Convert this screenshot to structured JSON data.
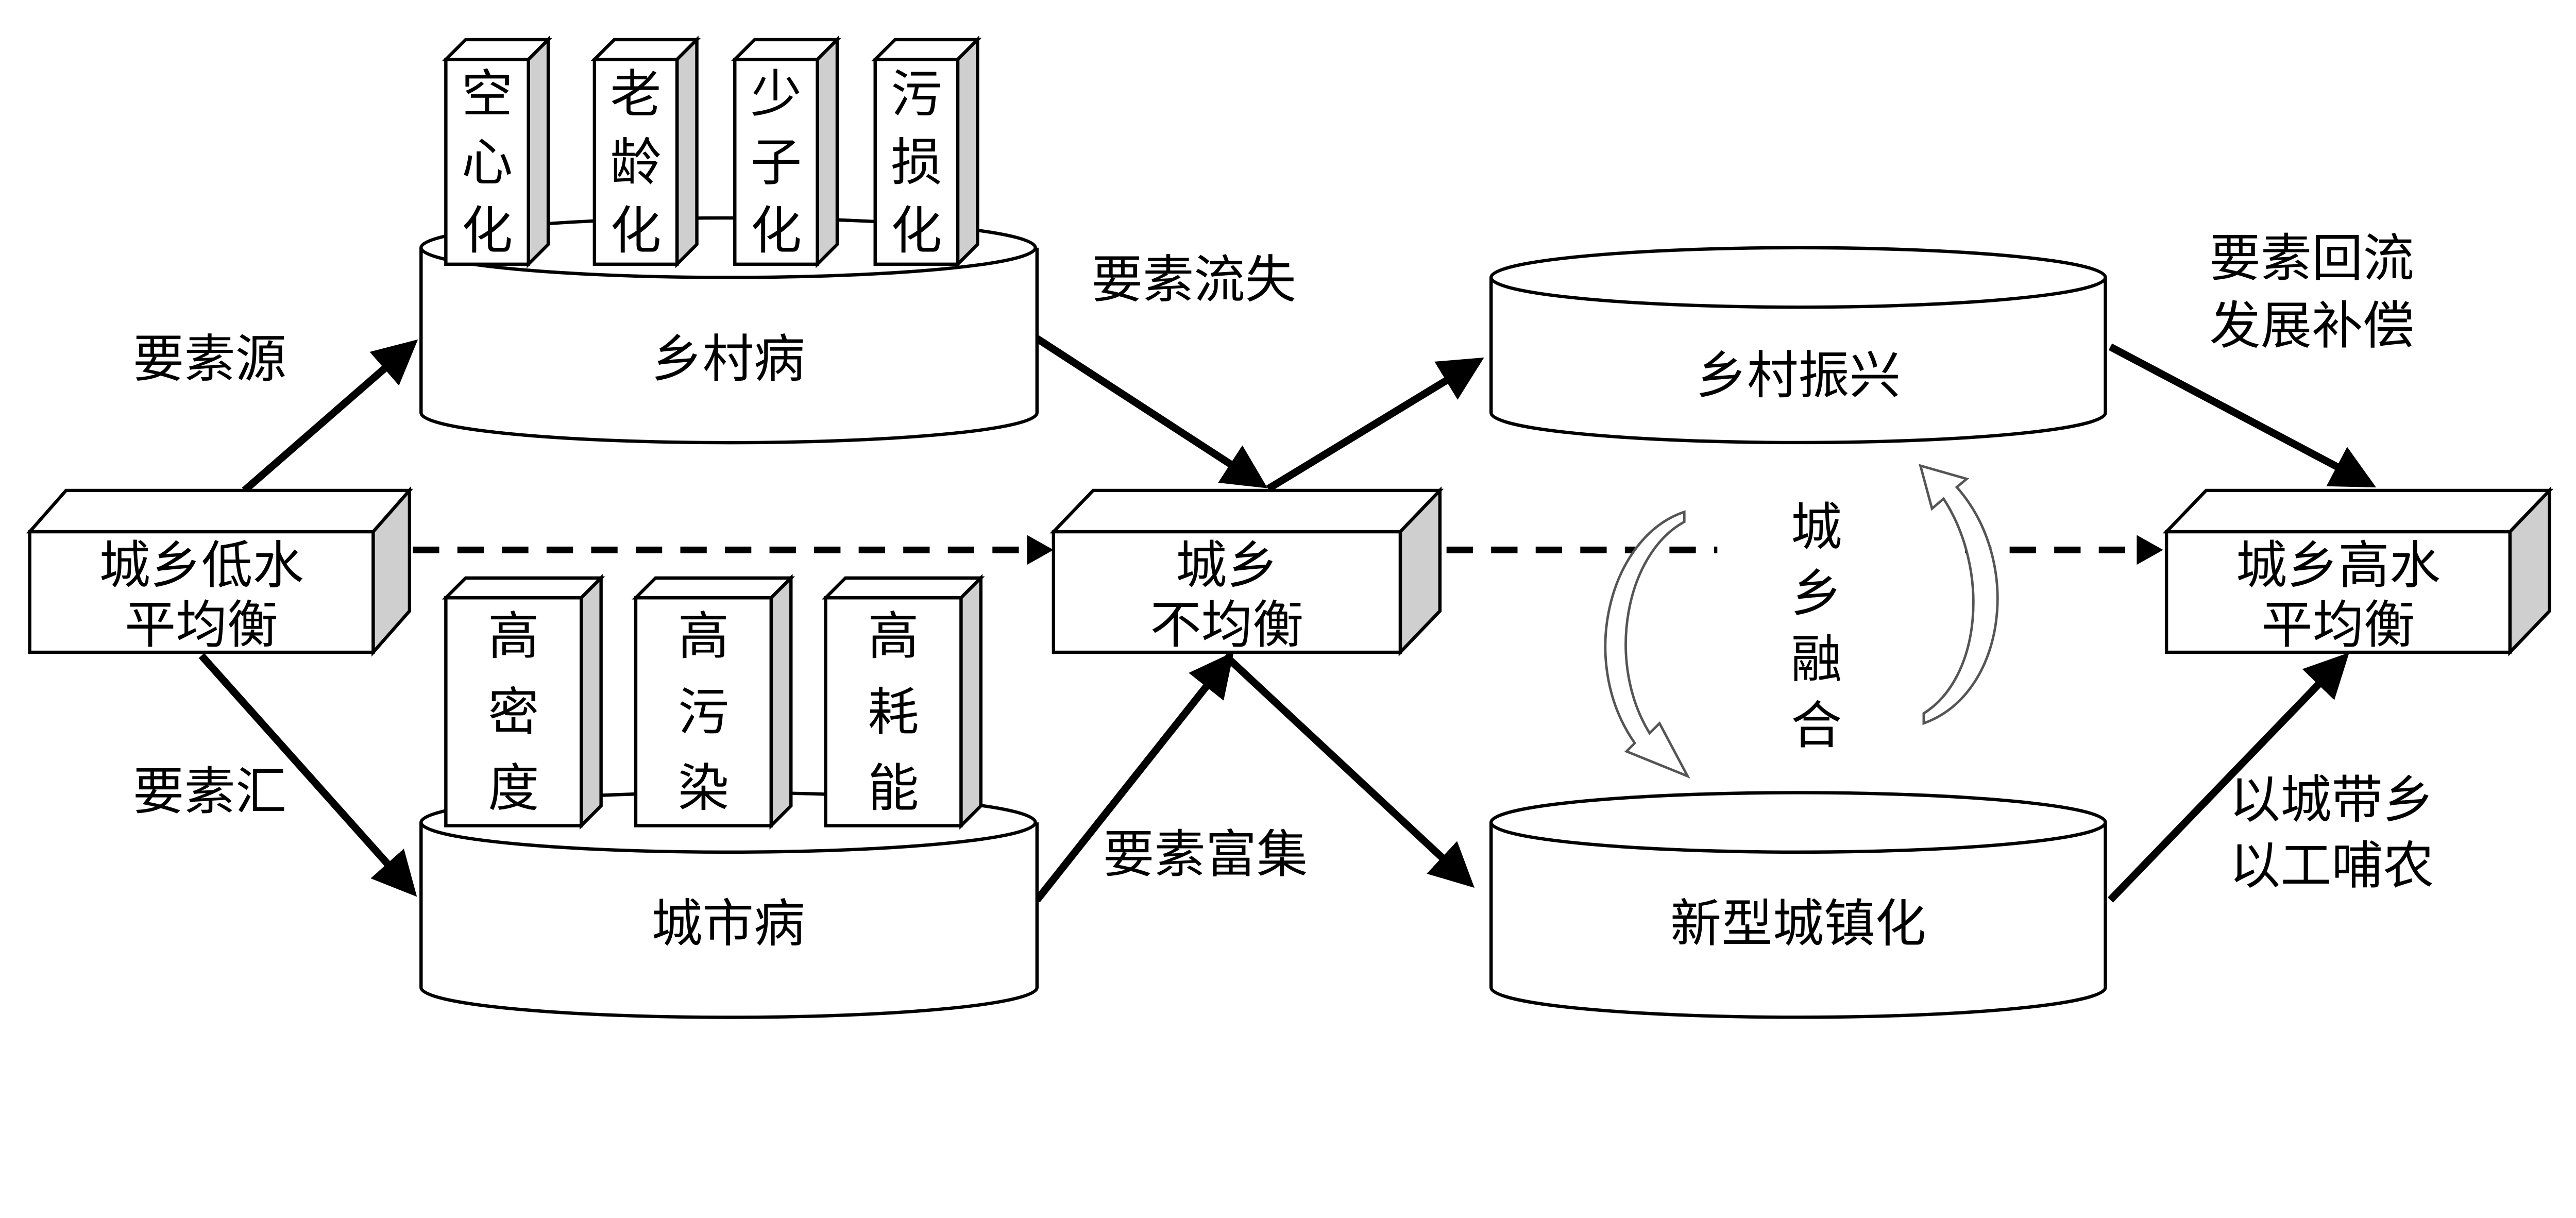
{
  "nodes": {
    "low_balance": [
      "城乡低水",
      "平均衡"
    ],
    "imbalance": [
      "城乡",
      "不均衡"
    ],
    "high_balance": [
      "城乡高水",
      "平均衡"
    ],
    "rural_disease": "乡村病",
    "urban_disease": "城市病",
    "rural_revival": "乡村振兴",
    "new_urbanization": "新型城镇化"
  },
  "rural_pillars": [
    [
      "空",
      "心",
      "化"
    ],
    [
      "老",
      "龄",
      "化"
    ],
    [
      "少",
      "子",
      "化"
    ],
    [
      "污",
      "损",
      "化"
    ]
  ],
  "urban_pillars": [
    [
      "高",
      "密",
      "度"
    ],
    [
      "高",
      "污",
      "染"
    ],
    [
      "高",
      "耗",
      "能"
    ]
  ],
  "edge_labels": {
    "source": "要素源",
    "sink": "要素汇",
    "loss": "要素流失",
    "enrich": "要素富集",
    "return": [
      "要素回流",
      "发展补偿"
    ],
    "drive": [
      "以城带乡",
      "以工哺农"
    ]
  },
  "fusion": [
    "城",
    "乡",
    "融",
    "合"
  ],
  "colors": {
    "side_fill": "#cfcfcf",
    "line": "#000000"
  }
}
